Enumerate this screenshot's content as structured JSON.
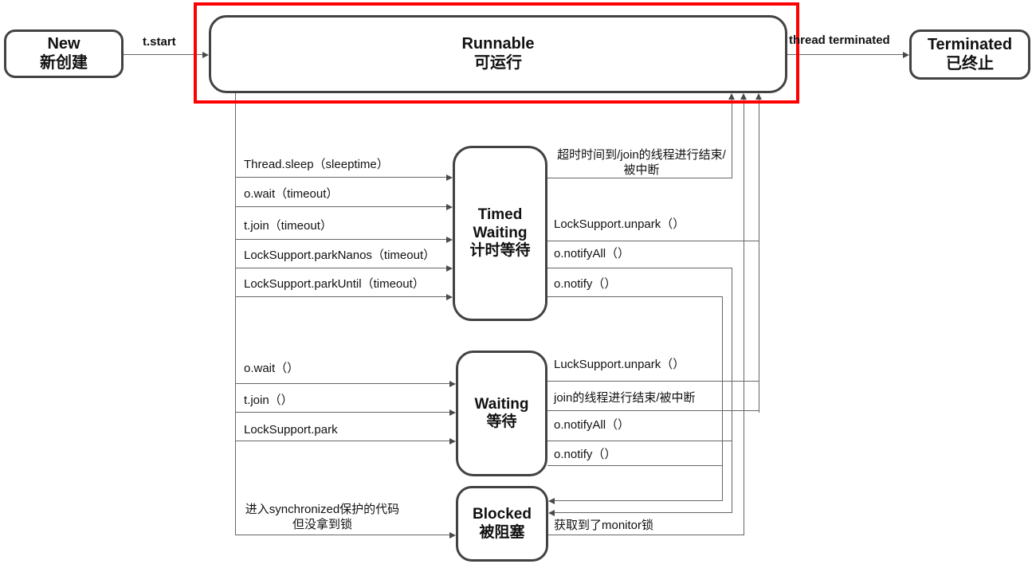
{
  "states": {
    "new": {
      "en": "New",
      "zh": "新创建"
    },
    "runnable": {
      "en": "Runnable",
      "zh": "可运行"
    },
    "terminated": {
      "en": "Terminated",
      "zh": "已终止"
    },
    "timed_waiting": {
      "en": "Timed Waiting",
      "zh": "计时等待"
    },
    "waiting": {
      "en": "Waiting",
      "zh": "等待"
    },
    "blocked": {
      "en": "Blocked",
      "zh": "被阻塞"
    }
  },
  "edges": {
    "t_start": "t.start",
    "thread_terminated": "thread terminated",
    "runnable_to_timed_waiting": {
      "sleep": "Thread.sleep（sleeptime）",
      "wait_timeout": "o.wait（timeout）",
      "join_timeout": "t.join（timeout）",
      "park_nanos": "LockSupport.parkNanos（timeout）",
      "park_until": "LockSupport.parkUntil（timeout）"
    },
    "timed_waiting_to_runnable": {
      "timeout_line1": "超时时间到/join的线程进行结束/",
      "timeout_line2": "被中断",
      "unpark": "LockSupport.unpark（）",
      "notify_all": "o.notifyAll（）",
      "notify": "o.notify（）"
    },
    "runnable_to_waiting": {
      "wait": "o.wait（）",
      "join": "t.join（）",
      "park": "LockSupport.park"
    },
    "waiting_to_runnable": {
      "unpark": "LuckSupport.unpark（）",
      "join_end": "join的线程进行结束/被中断",
      "notify_all": "o.notifyAll（）",
      "notify": "o.notify（）"
    },
    "runnable_to_blocked": {
      "line1": "进入synchronized保护的代码",
      "line2": "但没拿到锁"
    },
    "blocked_to_runnable": {
      "monitor": "获取到了monitor锁"
    }
  },
  "colors": {
    "box_border": "#424242",
    "highlight_frame": "#ff0000",
    "line": "#666666",
    "text": "#111111",
    "background": "#ffffff"
  }
}
